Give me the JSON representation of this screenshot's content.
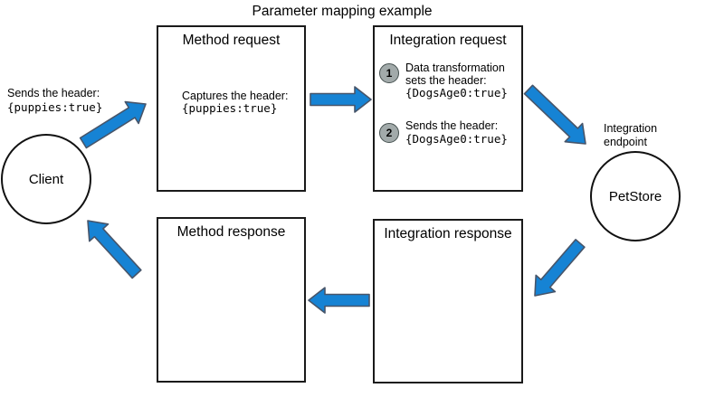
{
  "title": "Parameter mapping example",
  "client": {
    "label": "Client",
    "annotation_line1": "Sends the header:",
    "annotation_line2": "{puppies:true}"
  },
  "method_request": {
    "title": "Method request",
    "body_line1": "Captures the header:",
    "body_line2": "{puppies:true}"
  },
  "integration_request": {
    "title": "Integration request",
    "steps": [
      {
        "number": "1",
        "line1": "Data transformation",
        "line2": "sets the header:",
        "code": "{DogsAge0:true}"
      },
      {
        "number": "2",
        "line1": "Sends the header:",
        "code": "{DogsAge0:true}"
      }
    ]
  },
  "method_response": {
    "title": "Method response"
  },
  "integration_response": {
    "title": "Integration response"
  },
  "endpoint": {
    "label": "PetStore",
    "annotation_line1": "Integration",
    "annotation_line2": "endpoint"
  },
  "colors": {
    "background": "#ffffff",
    "text": "#000000",
    "box_border": "#1a1a1a",
    "arrow_fill": "#1683d4",
    "arrow_stroke": "#47556a",
    "badge_fill": "#a2aaaa",
    "badge_stroke": "#45504f"
  }
}
